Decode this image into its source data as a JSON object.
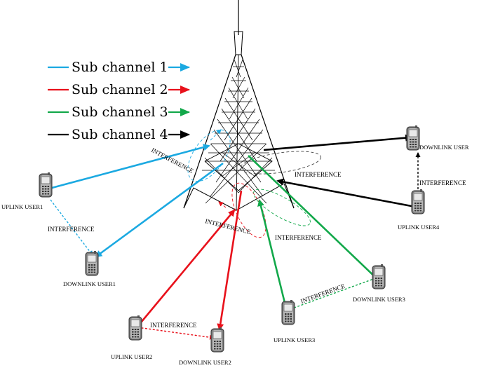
{
  "colors": {
    "sub_channel_1": "#1ba9e1",
    "sub_channel_2": "#e8111b",
    "sub_channel_3": "#12a84a",
    "sub_channel_4": "#000000"
  },
  "legend": [
    {
      "label": "Sub channel 1",
      "color": "#1ba9e1"
    },
    {
      "label": "Sub channel 2",
      "color": "#e8111b"
    },
    {
      "label": "Sub channel 3",
      "color": "#12a84a"
    },
    {
      "label": "Sub channel 4",
      "color": "#000000"
    }
  ],
  "users": {
    "uplink_user1": "UPLINK USER1",
    "downlink_user1": "DOWNLINK USER1",
    "uplink_user2": "UPLINK USER2",
    "downlink_user2": "DOWNLINK USER2",
    "uplink_user3": "UPLINK USER3",
    "downlink_user3": "DOWNLINK USER3",
    "uplink_user4": "UPLINK USER4",
    "downlink_user4": "DOWNLINK USER"
  },
  "interference_labels": {
    "tower_left": "INTERFERENCE",
    "tower_right": "INTERFERENCE",
    "tower_bottom_left": "INTERFERENCE",
    "tower_bottom_right": "INTERFERENCE",
    "user1_pair": "INTERFERENCE",
    "user2_pair": "INTERFERENCE",
    "user3_pair": "INTERFERENCE",
    "user4_pair": "INTERFERENCE"
  },
  "icons": {
    "tower": "lattice-tower-icon",
    "phone": "mobile-phone-icon"
  }
}
